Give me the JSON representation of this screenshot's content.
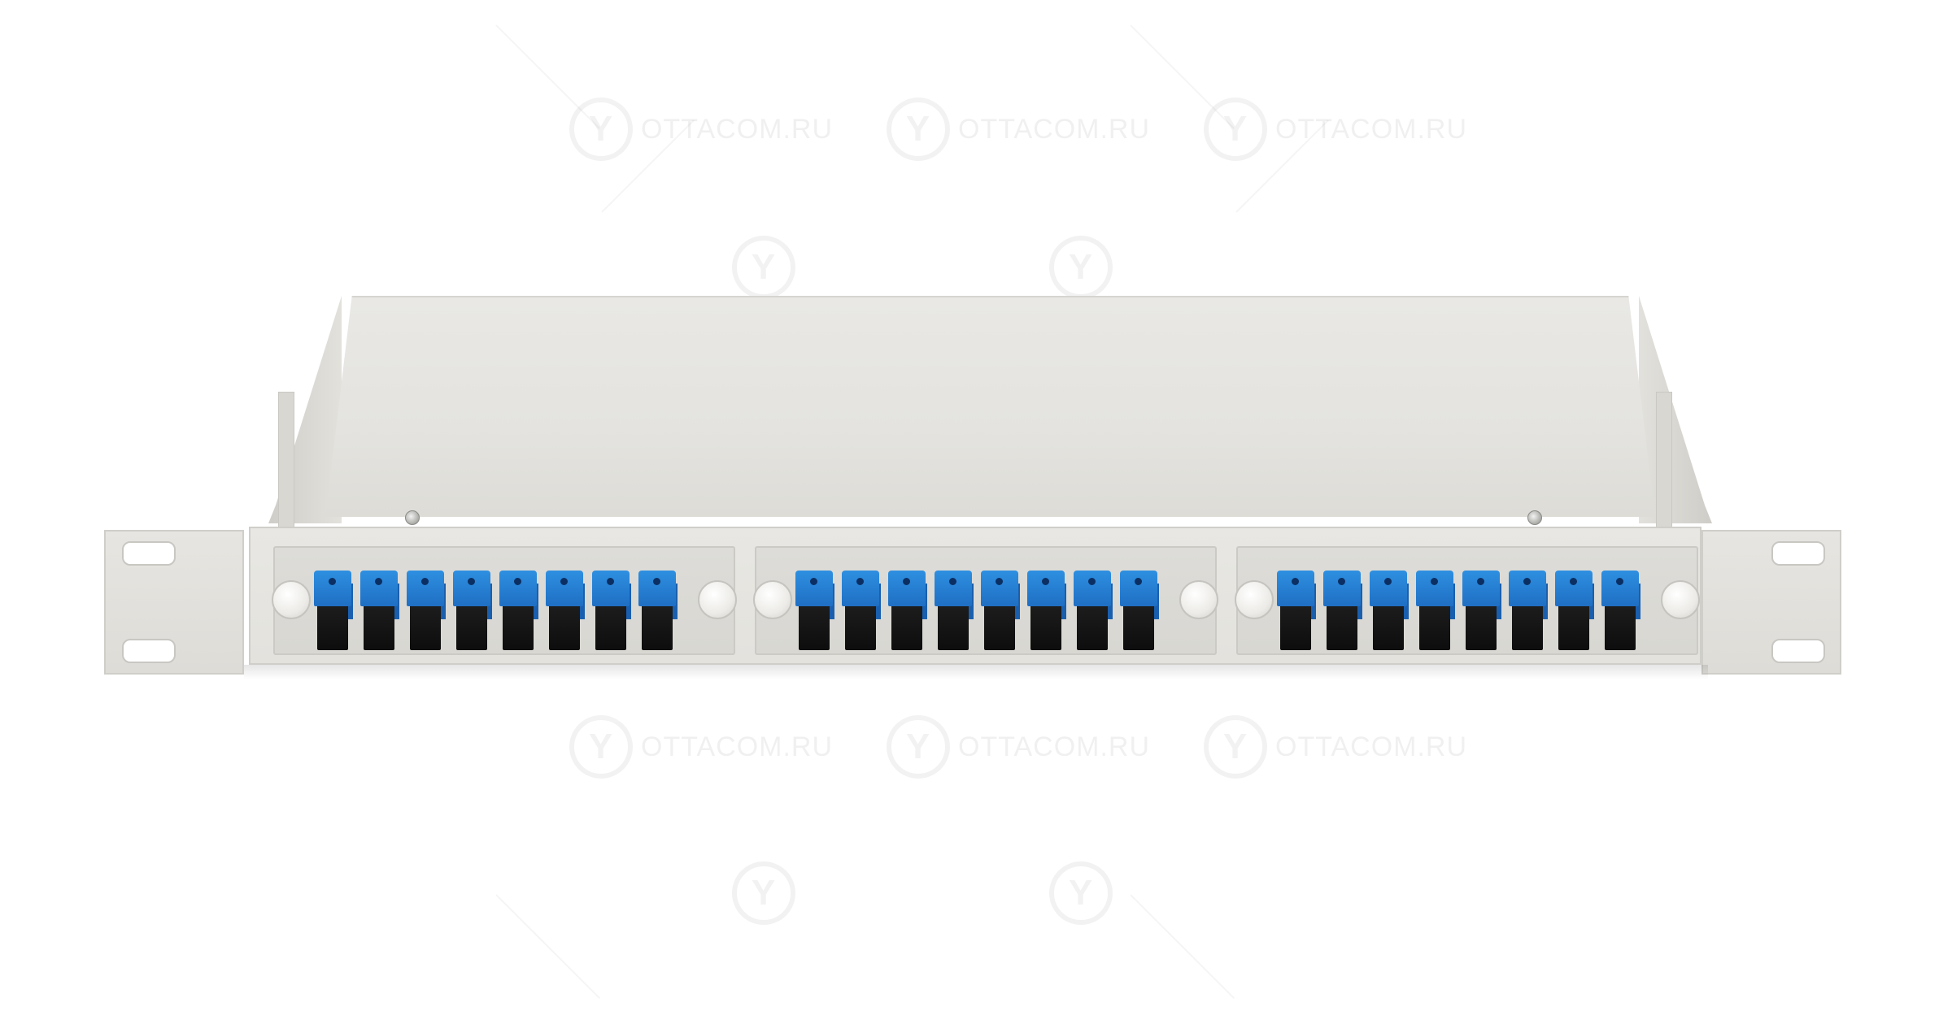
{
  "watermark": {
    "text": "OTTACOM.RU",
    "logo_letter": "Y"
  },
  "product": {
    "colors": {
      "body": "#e4e3df",
      "adapter_blue": "#1f6fc4",
      "adapter_black": "#111111",
      "background": "#ffffff"
    },
    "modules": [
      {
        "adapters": 8
      },
      {
        "adapters": 8
      },
      {
        "adapters": 8
      }
    ]
  }
}
